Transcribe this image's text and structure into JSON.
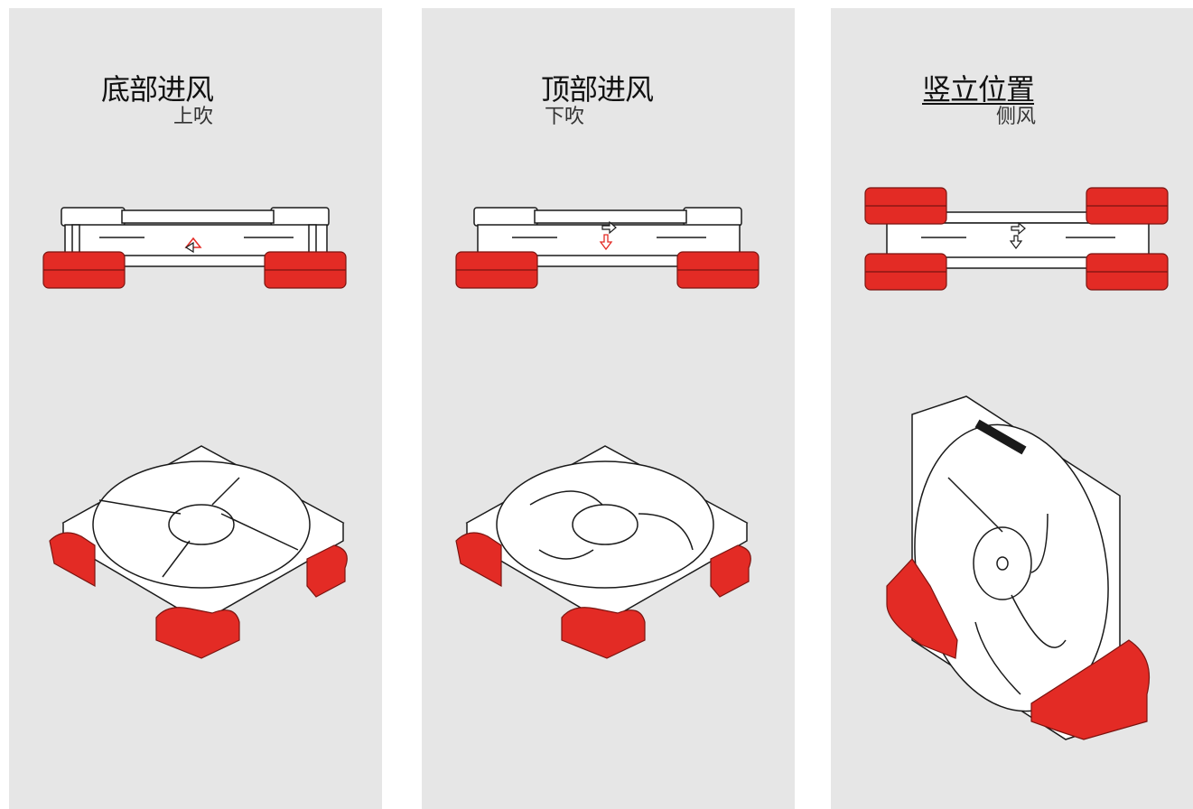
{
  "panels": [
    {
      "title": "底部进风",
      "subtitle": "上吹"
    },
    {
      "title": "顶部进风",
      "subtitle": "下吹"
    },
    {
      "title": "竖立位置",
      "subtitle": "侧风"
    }
  ],
  "colors": {
    "panel_bg": "#e6e6e6",
    "accent_red": "#e32b25",
    "line": "#1a1a1a",
    "fan_fill": "#ffffff"
  },
  "icons": [
    "fan-side-view-illustration",
    "fan-isometric-view-illustration",
    "airflow-arrow-icon",
    "noctua-logo"
  ]
}
